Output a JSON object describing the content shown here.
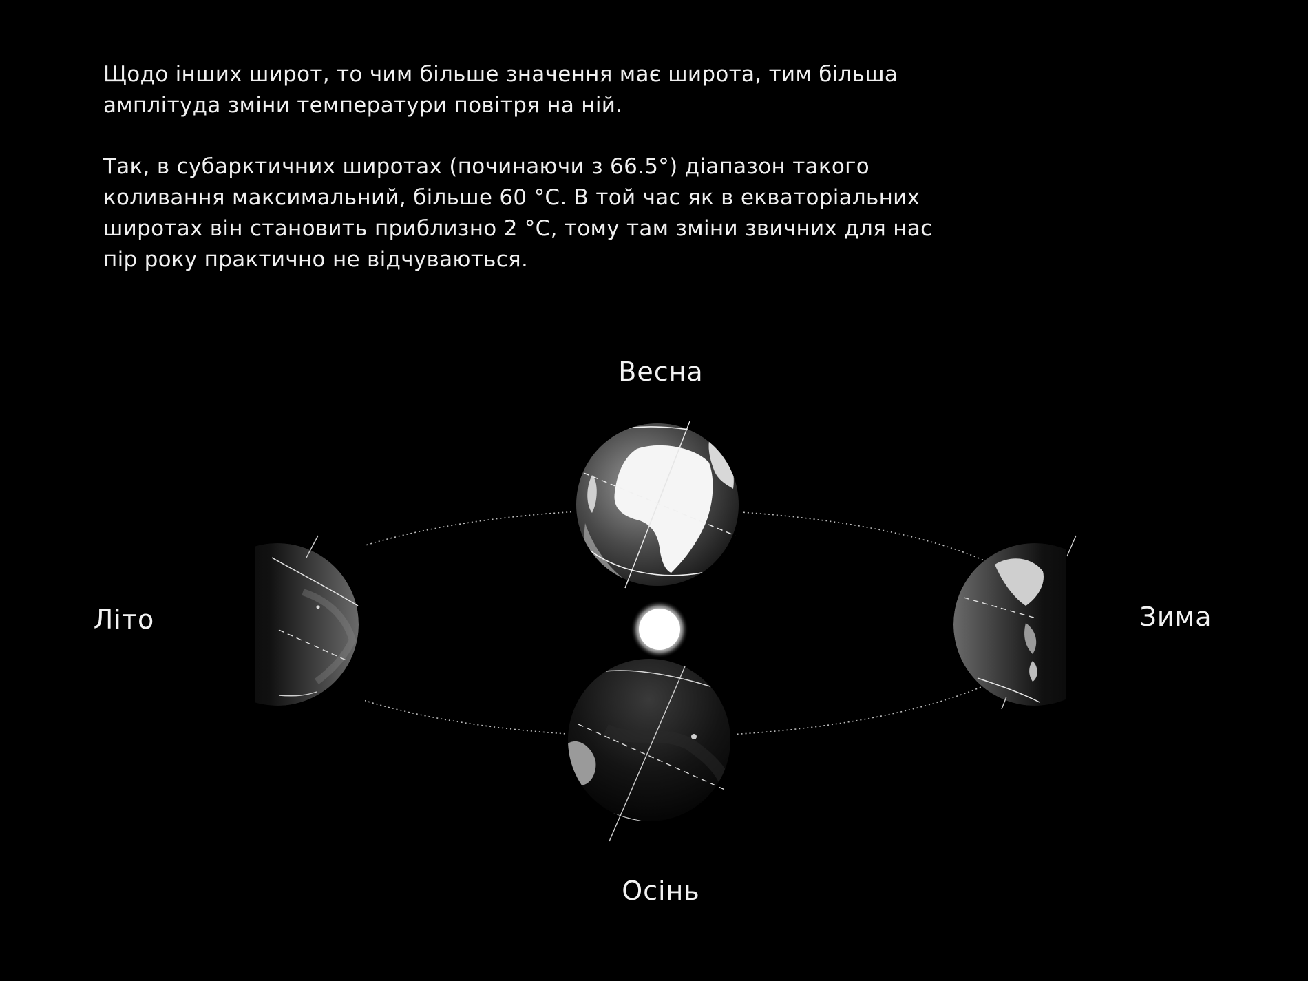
{
  "intro": {
    "paragraph1": "Щодо інших широт, то чим більше значення має широта, тим більша\nамплітуда зміни температури повітря на ній.",
    "paragraph2": "Так, в субарктичних широтах (починаючи з 66.5°) діапазон такого\nколивання максимальний, більше  60 °С. В той час як в екваторіальних\nширотах він становить приблизно 2 °С, тому там зміни звичних для нас\nпір року практично не відчуваються."
  },
  "seasons": {
    "spring": "Весна",
    "summer": "Літо",
    "autumn": "Осінь",
    "winter": "Зима"
  },
  "colors": {
    "background": "#000000",
    "text": "#f2f2f2",
    "orbit": "#bdbdbd",
    "sun": "#ffffff"
  },
  "icons": {
    "sun": "sun-icon",
    "earth": "earth-icon"
  }
}
